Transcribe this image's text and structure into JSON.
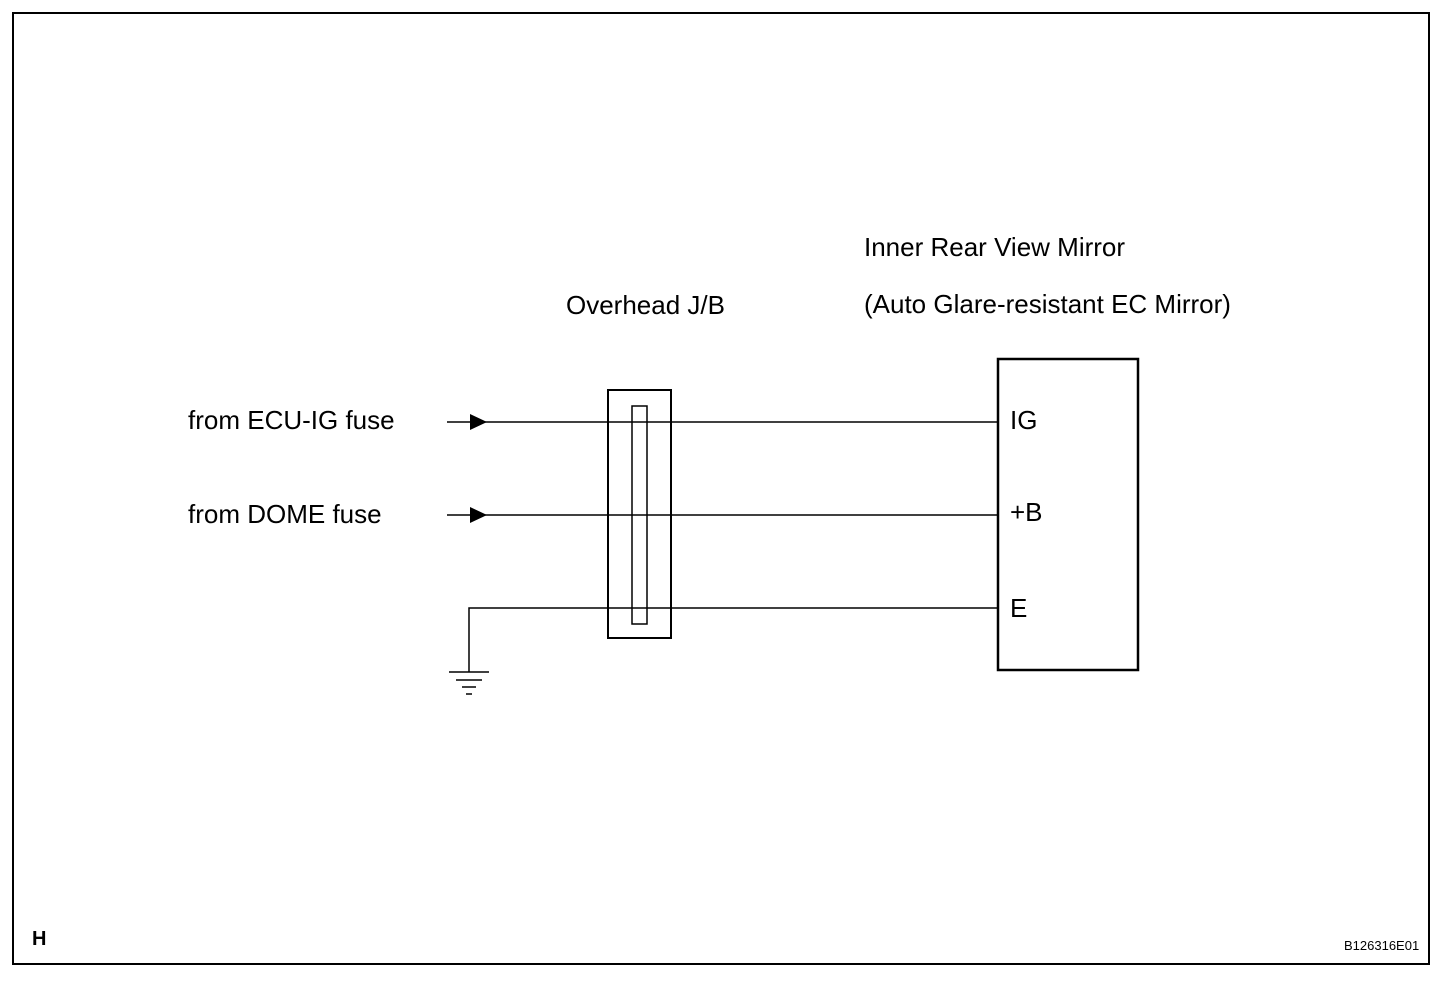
{
  "diagram": {
    "component_title_line1": "Inner Rear View Mirror",
    "component_title_line2": "(Auto Glare-resistant EC Mirror)",
    "junction_block_label": "Overhead J/B",
    "inputs": [
      {
        "label": "from ECU-IG fuse"
      },
      {
        "label": "from DOME fuse"
      }
    ],
    "terminals": [
      {
        "label": "IG"
      },
      {
        "label": "+B"
      },
      {
        "label": "E"
      }
    ],
    "corner_marker": "H",
    "figure_code": "B126316E01",
    "stroke_color": "#000000"
  }
}
